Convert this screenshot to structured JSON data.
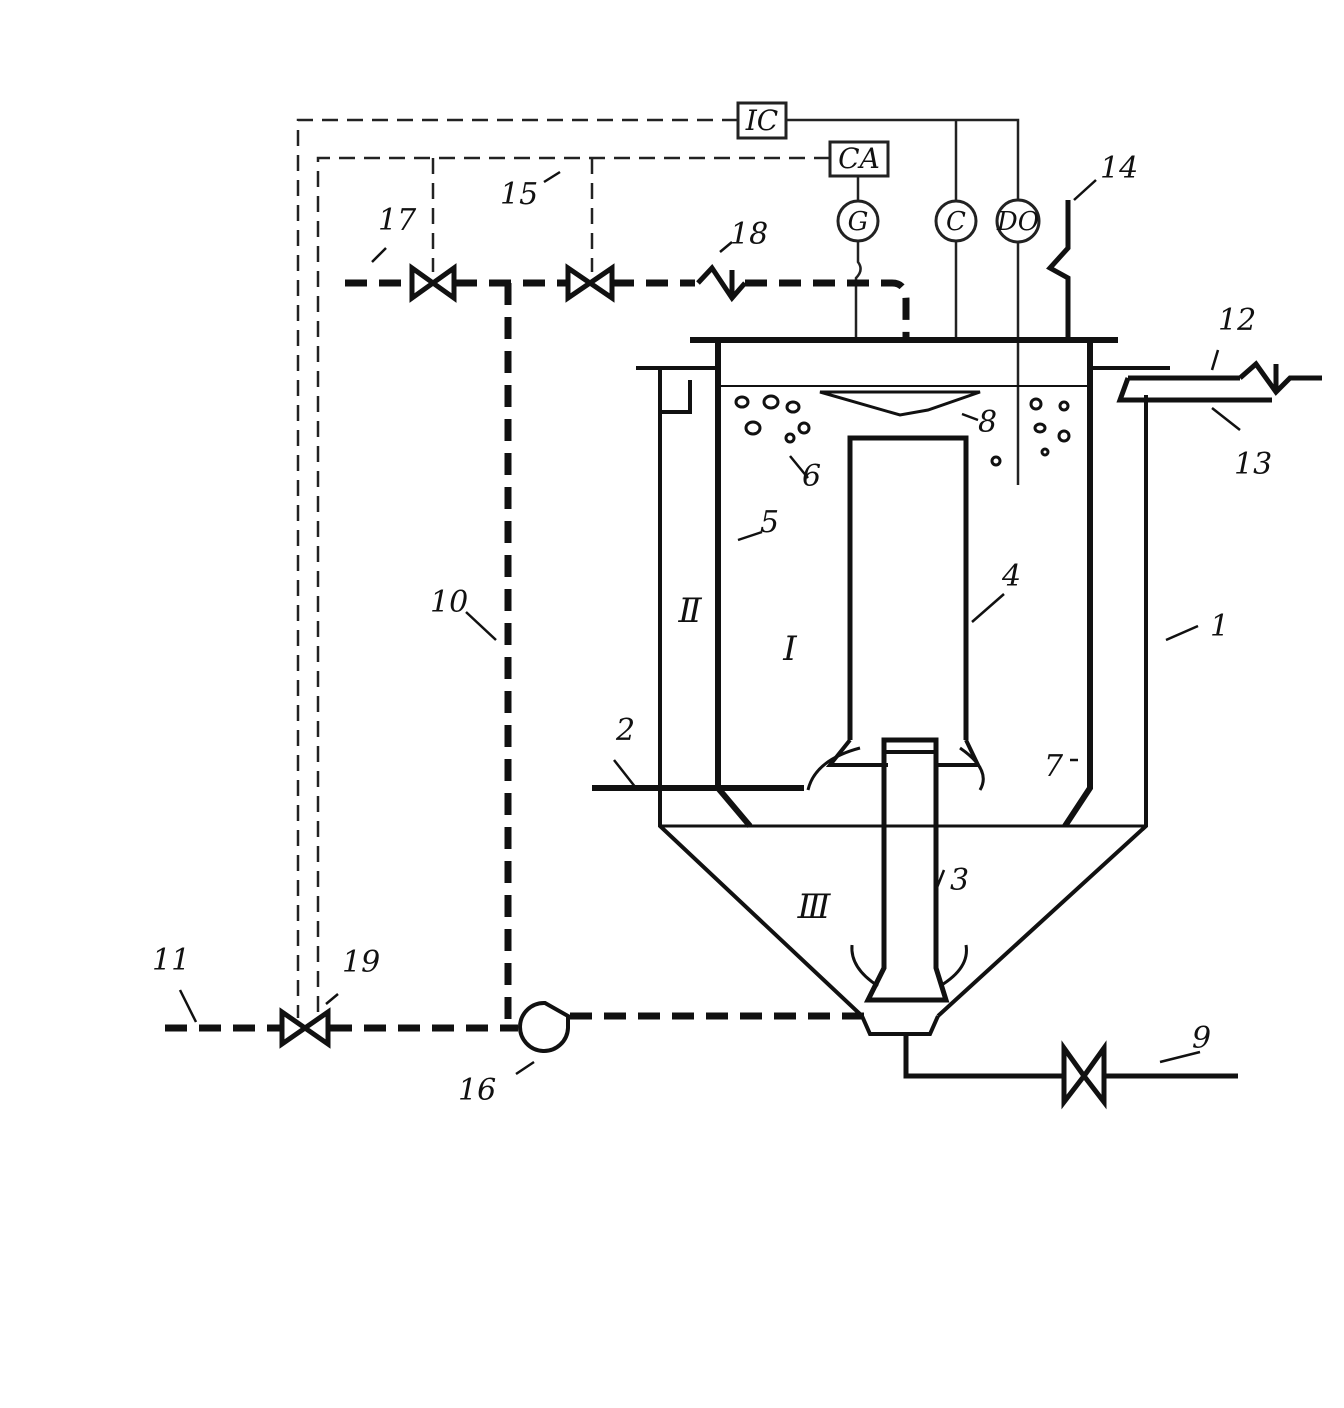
{
  "instruments": {
    "ic": "IC",
    "ca": "CA",
    "g": "G",
    "c": "C",
    "do": "DO"
  },
  "zones": {
    "z1": "Ⅰ",
    "z2": "Ⅱ",
    "z3": "Ⅲ"
  },
  "labels": {
    "n1": "1",
    "n2": "2",
    "n3": "3",
    "n4": "4",
    "n5": "5",
    "n6": "6",
    "n7": "7",
    "n8": "8",
    "n9": "9",
    "n10": "10",
    "n11": "11",
    "n12": "12",
    "n13": "13",
    "n14": "14",
    "n15": "15",
    "n16": "16",
    "n17": "17",
    "n18": "18",
    "n19": "19"
  }
}
